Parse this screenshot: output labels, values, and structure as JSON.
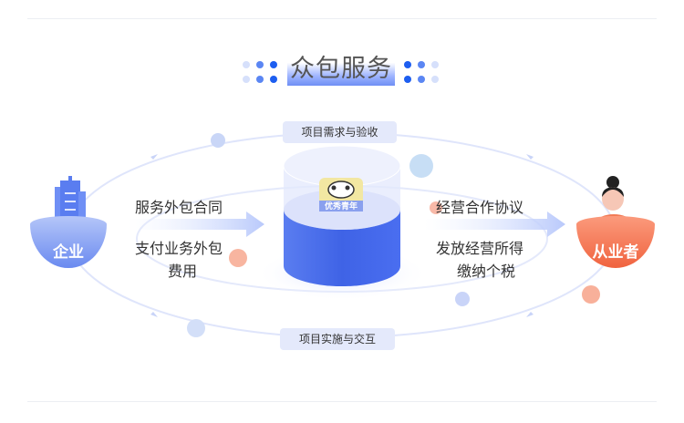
{
  "title": "众包服务",
  "cycle": {
    "top_label": "项目需求与验收",
    "bottom_label": "项目实施与交互"
  },
  "left_party": {
    "label": "企业",
    "icon": "building-icon"
  },
  "right_party": {
    "label": "从业者",
    "icon": "worker-avatar-icon"
  },
  "center": {
    "logo_text": "优秀青年",
    "icon": "panda-logo-icon"
  },
  "left_flows": {
    "line1": "服务外包合同",
    "line2": "支付业务外包",
    "line3": "费用"
  },
  "right_flows": {
    "line1": "经营合作协议",
    "line2": "发放经营所得",
    "line3": "缴纳个税"
  },
  "colors": {
    "accent": "#4a6ef0",
    "orange": "#f26b4a",
    "pill": "#e4e9fb"
  }
}
